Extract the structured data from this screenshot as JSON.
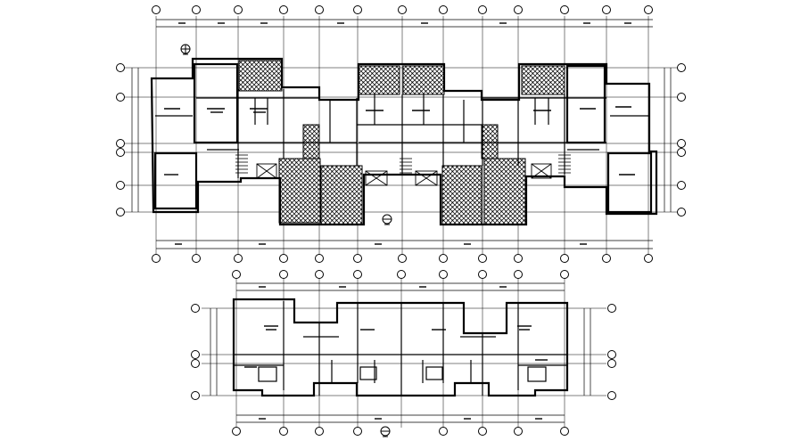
{
  "drawing": {
    "kind": "architectural floor plan (CAD line drawing)",
    "background": "#ffffff",
    "line_color": "#000000",
    "plans": [
      {
        "name": "upper-plan",
        "grid_columns": 13,
        "grid_rows": 6,
        "hatched_areas": 9
      },
      {
        "name": "lower-plan",
        "grid_columns": 10,
        "grid_rows": 4,
        "hatched_areas": 0
      }
    ],
    "icons": [
      "north-arrow-icon",
      "section-marker-icon"
    ]
  }
}
